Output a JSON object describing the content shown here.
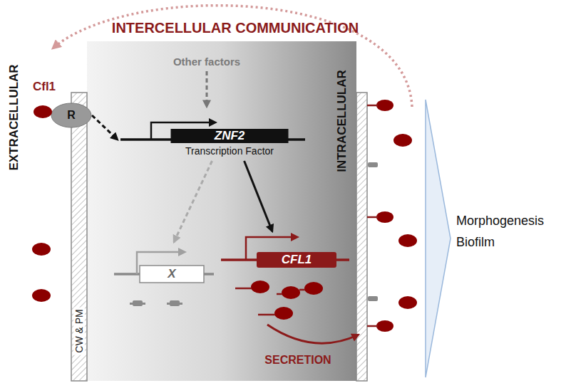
{
  "diagram": {
    "title": "INTERCELLULAR COMMUNICATION",
    "nodes": [
      {
        "text": [
          "R"
        ]
      },
      {
        "text": [
          "ZNF2",
          "Transcription Factor"
        ]
      },
      {
        "text": [
          "X"
        ]
      },
      {
        "text": [
          "CFL1"
        ]
      }
    ],
    "edges": [
      {
        "from": 0,
        "to": 1,
        "arrow": "to"
      },
      {
        "from": 1,
        "to": 2,
        "arrow": "to"
      },
      {
        "from": 1,
        "to": 3,
        "arrow": "to"
      }
    ],
    "labels": [
      "Cfl1",
      "EXTRACELLULAR",
      "CW & PM",
      "INTRACELLULAR",
      "Other factors",
      "SECRETION",
      "Morphogenesis",
      "Biofilm"
    ]
  }
}
